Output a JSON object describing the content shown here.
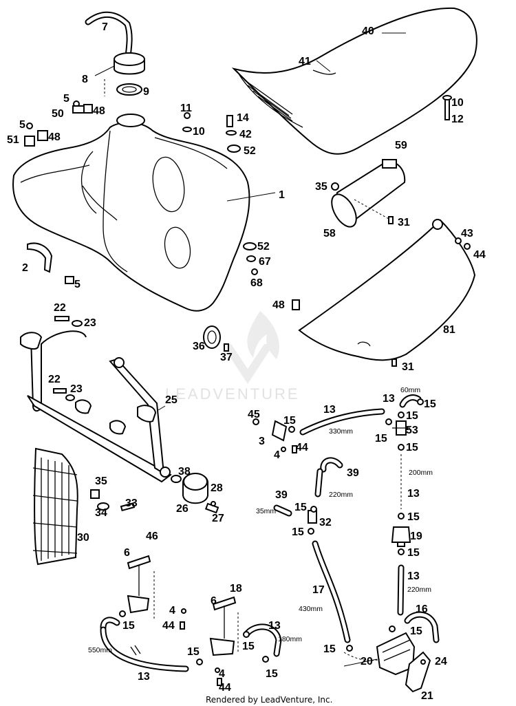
{
  "labels": {
    "p1": "1",
    "p2": "2",
    "p3": "3",
    "p4a": "4",
    "p4b": "4",
    "p4c": "4",
    "p5a": "5",
    "p5b": "5",
    "p5c": "5",
    "p6a": "6",
    "p6b": "6",
    "p7": "7",
    "p8": "8",
    "p9": "9",
    "p10a": "10",
    "p10b": "10",
    "p11": "11",
    "p12": "12",
    "p13a": "13",
    "p13b": "13",
    "p13c": "13",
    "p13d": "13",
    "p13e": "13",
    "p13f": "13",
    "p14": "14",
    "p15a": "15",
    "p15b": "15",
    "p15c": "15",
    "p15d": "15",
    "p15e": "15",
    "p15f": "15",
    "p15g": "15",
    "p15h": "15",
    "p15i": "15",
    "p15j": "15",
    "p15k": "15",
    "p15l": "15",
    "p15m": "15",
    "p15n": "15",
    "p15o": "15",
    "p16": "16",
    "p17": "17",
    "p18": "18",
    "p19": "19",
    "p20": "20",
    "p21": "21",
    "p22a": "22",
    "p22b": "22",
    "p23a": "23",
    "p23b": "23",
    "p24": "24",
    "p25": "25",
    "p26": "26",
    "p27": "27",
    "p28": "28",
    "p30": "30",
    "p31a": "31",
    "p31b": "31",
    "p32": "32",
    "p33": "33",
    "p34": "34",
    "p35a": "35",
    "p35b": "35",
    "p36": "36",
    "p37": "37",
    "p38": "38",
    "p39a": "39",
    "p39b": "39",
    "p40": "40",
    "p41": "41",
    "p42": "42",
    "p43": "43",
    "p44a": "44",
    "p44b": "44",
    "p44c": "44",
    "p44d": "44",
    "p45": "45",
    "p46": "46",
    "p48a": "48",
    "p48b": "48",
    "p48c": "48",
    "p50": "50",
    "p51": "51",
    "p52a": "52",
    "p52b": "52",
    "p53": "53",
    "p58": "58",
    "p59": "59",
    "p67": "67",
    "p68": "68",
    "p81": "81"
  },
  "dimensions": {
    "d60": "60mm",
    "d330": "330mm",
    "d200": "200mm",
    "d220a": "220mm",
    "d35": "35mm",
    "d220b": "220mm",
    "d430": "430mm",
    "d180": "180mm",
    "d550": "550mm"
  },
  "watermark": {
    "brand": "LEADVENTURE"
  },
  "footer": {
    "credit": "Rendered by LeadVenture, Inc."
  }
}
